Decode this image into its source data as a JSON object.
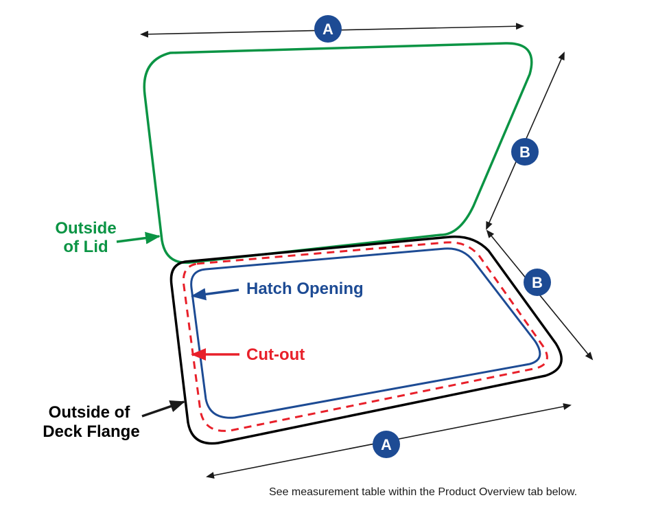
{
  "colors": {
    "lid": "#0b9444",
    "hatch": "#1d4b94",
    "cutout": "#e8202a",
    "flange": "#000000",
    "badge": "#1d4b94",
    "dimension": "#1a1a1a"
  },
  "labels": {
    "outside_of_lid_line1": "Outside",
    "outside_of_lid_line2": "of Lid",
    "hatch_opening": "Hatch Opening",
    "cut_out": "Cut-out",
    "outside_of_deck_flange_line1": "Outside of",
    "outside_of_deck_flange_line2": "Deck Flange"
  },
  "dimensions": {
    "badge_a": "A",
    "badge_b": "B"
  },
  "note": "See measurement table within the Product Overview tab below."
}
